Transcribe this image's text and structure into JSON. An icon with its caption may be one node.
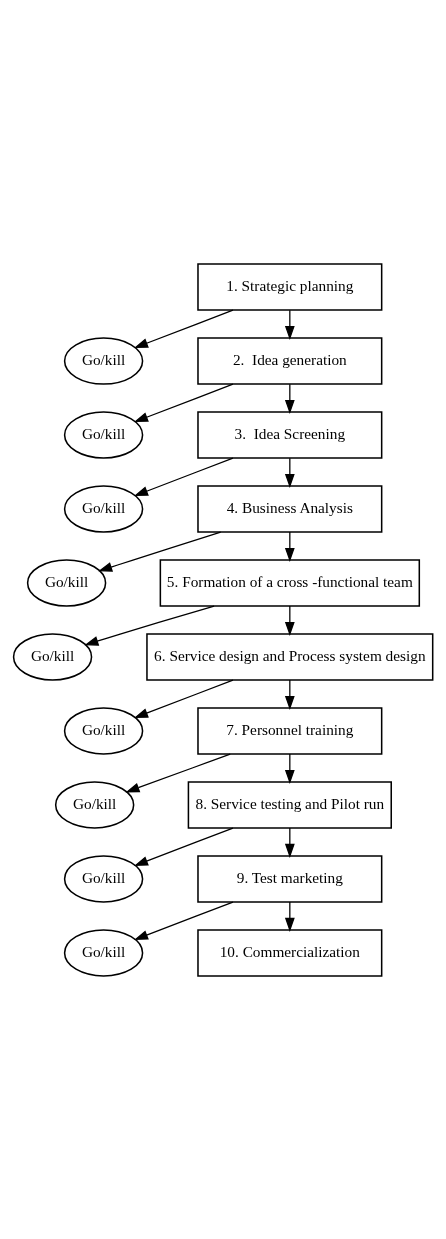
{
  "diagram": {
    "nodes": [
      {
        "text": [
          "1. Strategic planning"
        ]
      },
      {
        "text": [
          "Go/kill"
        ]
      },
      {
        "text": [
          "2.  Idea generation"
        ]
      },
      {
        "text": [
          "Go/kill"
        ]
      },
      {
        "text": [
          "3.  Idea Screening"
        ]
      },
      {
        "text": [
          "Go/kill"
        ]
      },
      {
        "text": [
          "4. Business Analysis"
        ]
      },
      {
        "text": [
          "Go/kill"
        ]
      },
      {
        "text": [
          "5. Formation of a cross -functional team"
        ]
      },
      {
        "text": [
          "Go/kill"
        ]
      },
      {
        "text": [
          "6. Service design and Process system design"
        ]
      },
      {
        "text": [
          "Go/kill"
        ]
      },
      {
        "text": [
          "7. Personnel training"
        ]
      },
      {
        "text": [
          "Go/kill"
        ]
      },
      {
        "text": [
          "8. Service testing and Pilot run"
        ]
      },
      {
        "text": [
          "Go/kill"
        ]
      },
      {
        "text": [
          "9. Test marketing"
        ]
      },
      {
        "text": [
          "Go/kill"
        ]
      },
      {
        "text": [
          "10. Commercialization"
        ]
      }
    ],
    "edges": [
      {
        "from": 0,
        "to": 2,
        "arrow": "to"
      },
      {
        "from": 0,
        "to": 1,
        "arrow": "to"
      },
      {
        "from": 2,
        "to": 4,
        "arrow": "to"
      },
      {
        "from": 2,
        "to": 3,
        "arrow": "to"
      },
      {
        "from": 4,
        "to": 6,
        "arrow": "to"
      },
      {
        "from": 4,
        "to": 5,
        "arrow": "to"
      },
      {
        "from": 6,
        "to": 8,
        "arrow": "to"
      },
      {
        "from": 6,
        "to": 7,
        "arrow": "to"
      },
      {
        "from": 8,
        "to": 10,
        "arrow": "to"
      },
      {
        "from": 8,
        "to": 9,
        "arrow": "to"
      },
      {
        "from": 10,
        "to": 12,
        "arrow": "to"
      },
      {
        "from": 10,
        "to": 11,
        "arrow": "to"
      },
      {
        "from": 12,
        "to": 14,
        "arrow": "to"
      },
      {
        "from": 12,
        "to": 13,
        "arrow": "to"
      },
      {
        "from": 14,
        "to": 16,
        "arrow": "to"
      },
      {
        "from": 14,
        "to": 15,
        "arrow": "to"
      },
      {
        "from": 16,
        "to": 18,
        "arrow": "to"
      },
      {
        "from": 16,
        "to": 17,
        "arrow": "to"
      }
    ]
  }
}
